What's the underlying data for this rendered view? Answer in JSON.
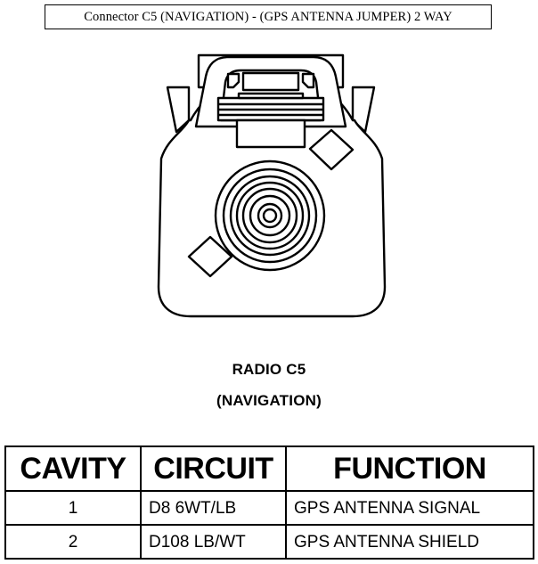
{
  "title": {
    "text": "Connector C5 (NAVIGATION) - (GPS ANTENNA JUMPER) 2 WAY"
  },
  "diagram": {
    "name": "gps-antenna-jumper-connector-face-view",
    "caption_line1": "RADIO C5",
    "caption_line2": "(NAVIGATION)",
    "stroke_color": "#000000",
    "fill_color": "#ffffff"
  },
  "table": {
    "headers": [
      "CAVITY",
      "CIRCUIT",
      "FUNCTION"
    ],
    "rows": [
      {
        "cavity": "1",
        "circuit": "D8 6WT/LB",
        "function": "GPS ANTENNA SIGNAL"
      },
      {
        "cavity": "2",
        "circuit": "D108 LB/WT",
        "function": "GPS ANTENNA SHIELD"
      }
    ]
  }
}
